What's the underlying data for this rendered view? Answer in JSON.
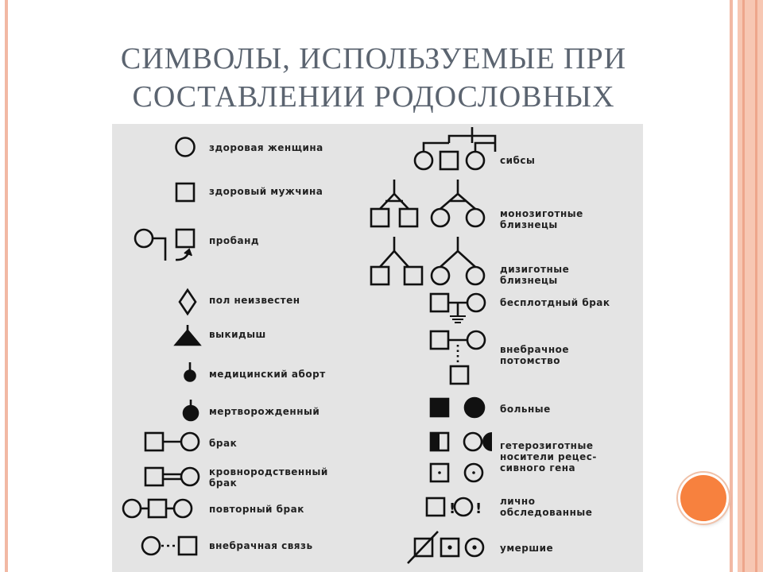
{
  "title": {
    "line1": "СИМВОЛЫ, ИСПОЛЬЗУЕМЫЕ ПРИ",
    "line2": "СОСТАВЛЕНИИ РОДОСЛОВНЫХ"
  },
  "symbols_left": [
    "здоровая женщина",
    "здоровый мужчина",
    "пробанд",
    "пол неизвестен",
    "выкидыш",
    "медицинский аборт",
    "мертворожденный",
    "брак",
    "кровнородственный\nбрак",
    "повторный брак",
    "внебрачная связь"
  ],
  "symbols_right": [
    "сибсы",
    "монозиготные\nблизнецы",
    "дизиготные\nблизнецы",
    "бесплотдный брак",
    "внебрачное\nпотомство",
    "больные",
    "гетерозиготные\nносители рецес-\nсивного гена",
    "лично\nобследованные",
    "умершие"
  ],
  "marks": {
    "personally_examined": "!"
  },
  "colors": {
    "panel": "#e4e4e4",
    "title": "#5b6470",
    "frame": "#f2b9a4",
    "accent": "#f7813e"
  }
}
